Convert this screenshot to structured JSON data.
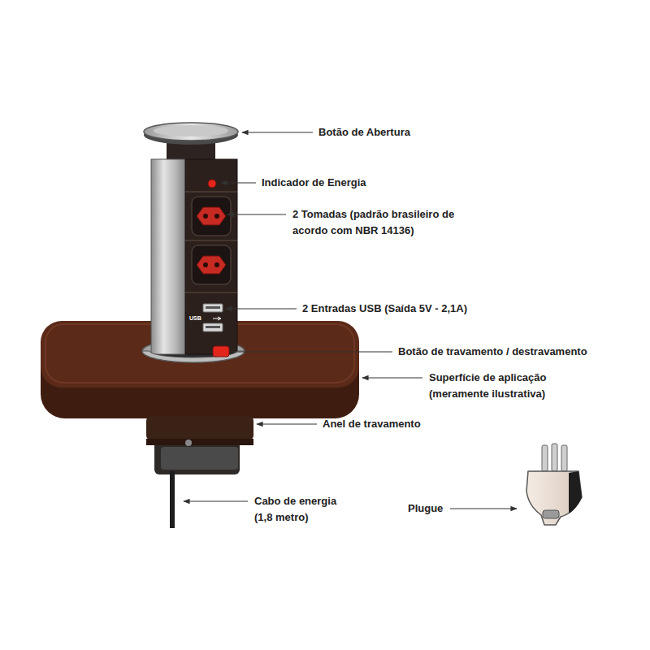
{
  "diagram": {
    "labels": [
      "Botão de Abertura",
      "Indicador de Energia",
      "2 Tomadas (padrão brasileiro de acordo com NBR 14136)",
      "USB",
      "2 Entradas USB (Saída 5V - 2,1A)",
      "Botão de travamento / destravamento",
      "Superfície de aplicação (meramente ilustrativa)",
      "Anel de travamento",
      "Cabo de energia (1,8 metro)",
      "Plugue"
    ]
  }
}
